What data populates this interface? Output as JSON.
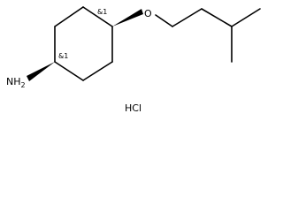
{
  "molecule": {
    "amine_label": "NH2",
    "ether_oxygen_label": "O",
    "stereo_top": "&1",
    "stereo_left": "&1",
    "counterion": "HCl"
  },
  "colors": {
    "bond": "#000000",
    "background": "#ffffff"
  }
}
